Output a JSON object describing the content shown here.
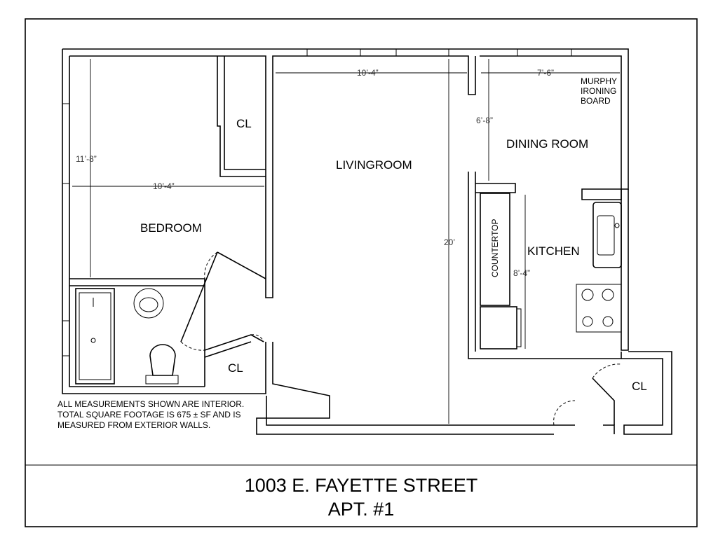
{
  "rooms": {
    "bedroom": "BEDROOM",
    "livingroom": "LIVINGROOM",
    "dining_room": "DINING ROOM",
    "kitchen": "KITCHEN",
    "closet_bedroom": "CL",
    "closet_hall": "CL",
    "closet_entry": "CL"
  },
  "fixtures": {
    "countertop": "COUNTERTOP",
    "murphy_line1": "MURPHY",
    "murphy_line2": "IRONING",
    "murphy_line3": "BOARD"
  },
  "dimensions": {
    "bedroom_width": "10’-4”",
    "bedroom_depth": "11’-8”",
    "living_width": "10’-4”",
    "living_length": "20’",
    "dining_width": "7’-6”",
    "dining_depth": "6’-8”",
    "kitchen_length": "8’-4”"
  },
  "notes": [
    "ALL MEASUREMENTS SHOWN ARE INTERIOR.",
    "TOTAL SQUARE FOOTAGE IS 675 ± SF  AND IS",
    "MEASURED FROM EXTERIOR WALLS."
  ],
  "title_block": {
    "address": "1003 E. FAYETTE STREET",
    "unit": "APT. #1"
  }
}
